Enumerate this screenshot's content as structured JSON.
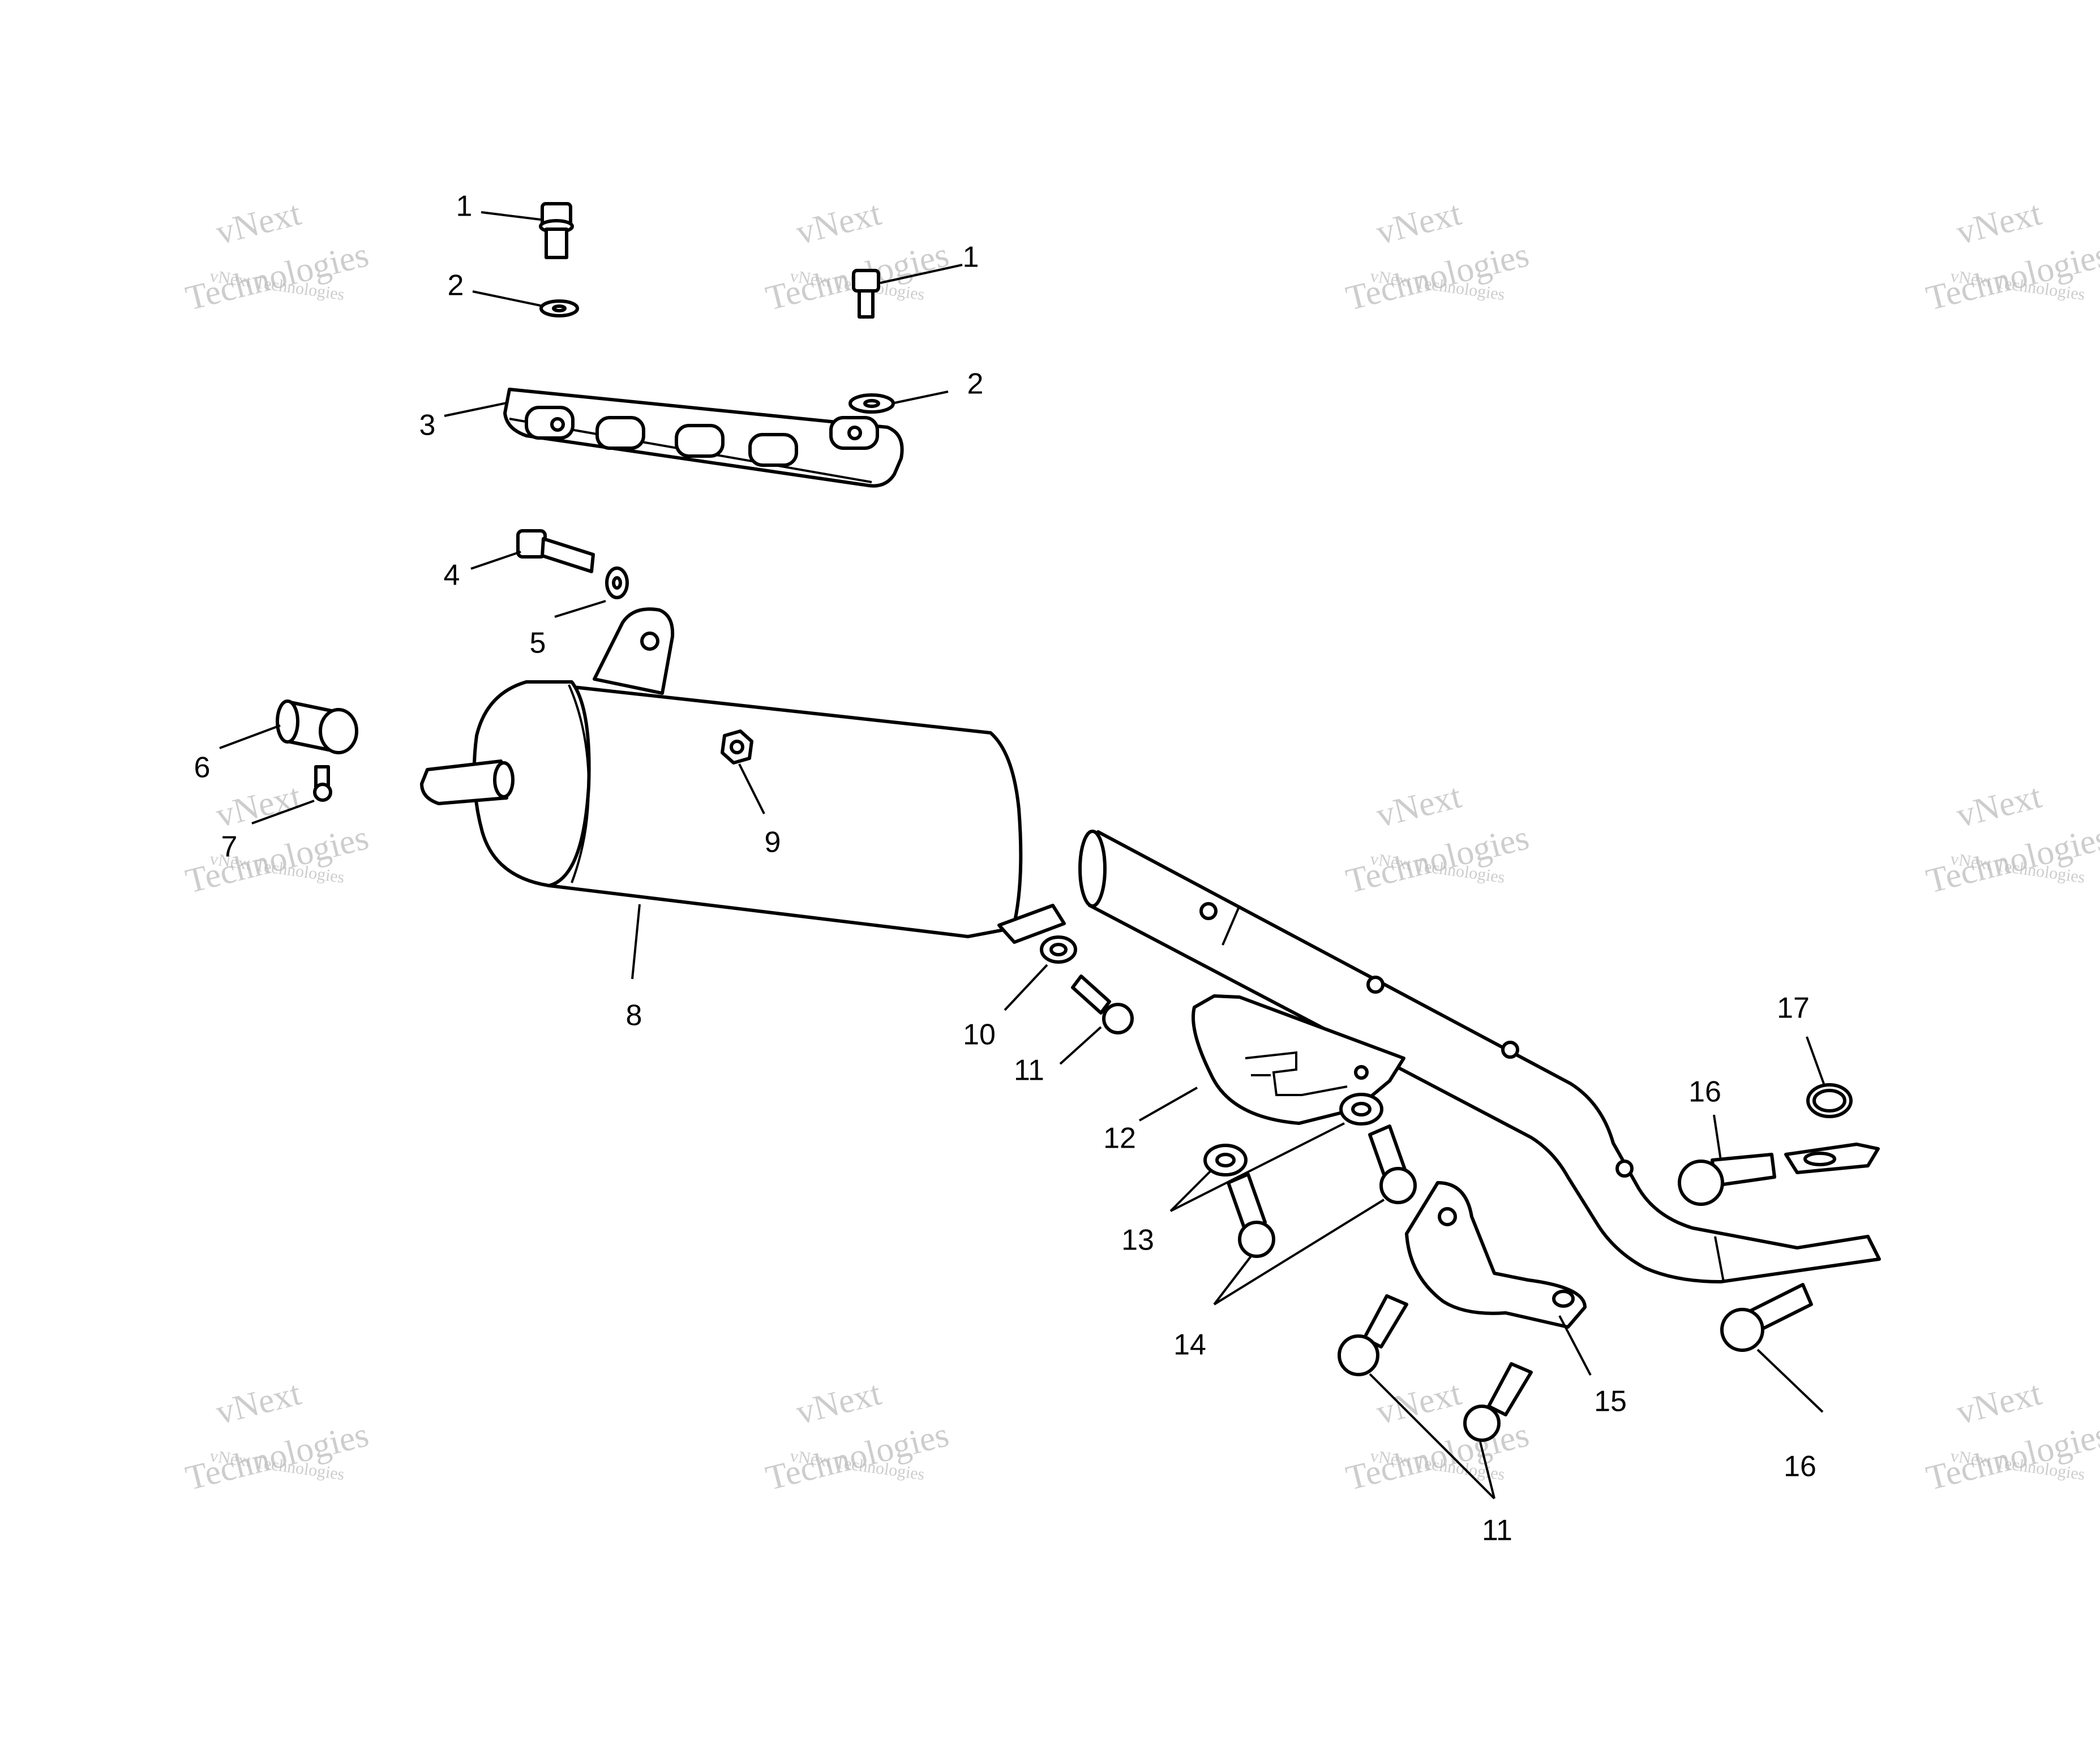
{
  "diagram": {
    "type": "exploded-parts-diagram",
    "callouts": [
      {
        "id": "c1a",
        "label": "1"
      },
      {
        "id": "c1b",
        "label": "1"
      },
      {
        "id": "c2a",
        "label": "2"
      },
      {
        "id": "c2b",
        "label": "2"
      },
      {
        "id": "c3",
        "label": "3"
      },
      {
        "id": "c4",
        "label": "4"
      },
      {
        "id": "c5",
        "label": "5"
      },
      {
        "id": "c6",
        "label": "6"
      },
      {
        "id": "c7",
        "label": "7"
      },
      {
        "id": "c8",
        "label": "8"
      },
      {
        "id": "c9",
        "label": "9"
      },
      {
        "id": "c10",
        "label": "10"
      },
      {
        "id": "c11a",
        "label": "11"
      },
      {
        "id": "c11b",
        "label": "11"
      },
      {
        "id": "c12",
        "label": "12"
      },
      {
        "id": "c13",
        "label": "13"
      },
      {
        "id": "c14",
        "label": "14"
      },
      {
        "id": "c15",
        "label": "15"
      },
      {
        "id": "c16a",
        "label": "16"
      },
      {
        "id": "c16b",
        "label": "16"
      },
      {
        "id": "c17",
        "label": "17"
      }
    ]
  },
  "watermark": {
    "line1": "vNext",
    "line2": "vNext Technologies",
    "line3": "Technologies"
  }
}
